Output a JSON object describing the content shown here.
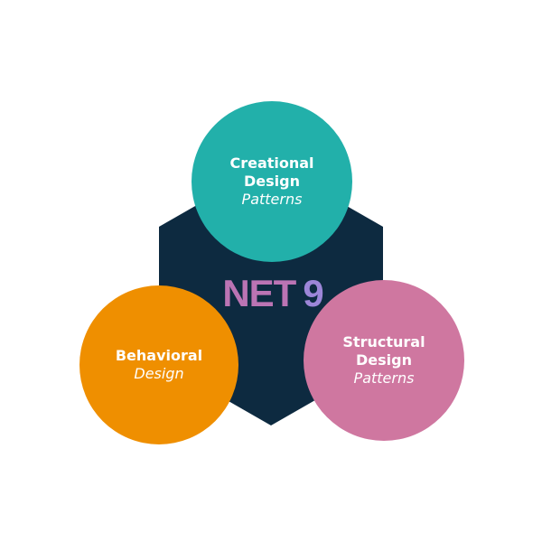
{
  "colors": {
    "hexagon": "#0d2a40",
    "creational": "#22b0aa",
    "behavioral": "#ef8f00",
    "structural": "#cf77a0",
    "label_net": "#bb74b4",
    "label_version": "#9c86d8"
  },
  "center": {
    "net": "NET",
    "version": "9"
  },
  "creational": {
    "line1": "Creational",
    "line2": "Design",
    "line3": "Patterns"
  },
  "behavioral": {
    "line1": "Behavioral",
    "line2": "Design"
  },
  "structural": {
    "line1": "Structural",
    "line2": "Design",
    "line3": "Patterns"
  }
}
